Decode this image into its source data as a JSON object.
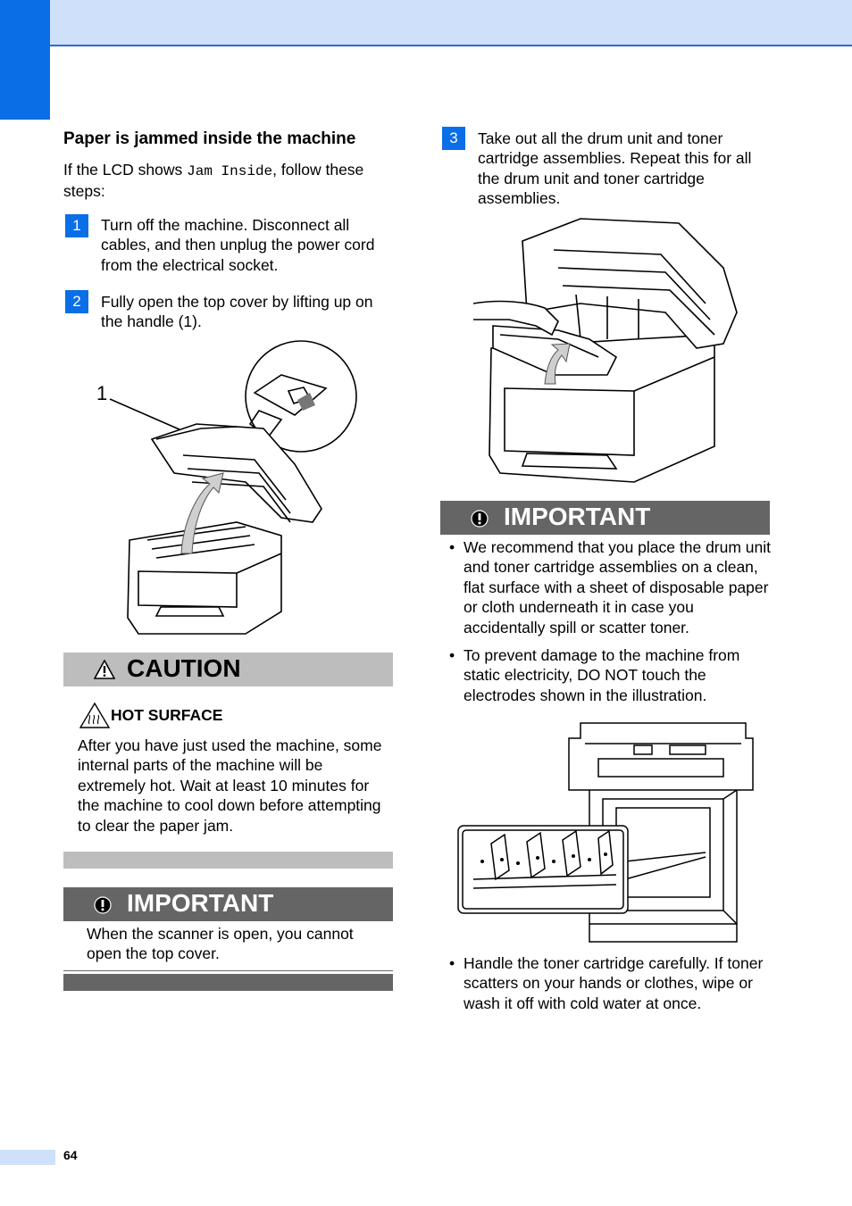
{
  "header": {
    "page_number": "64"
  },
  "left": {
    "section_title": "Paper is jammed inside the machine",
    "intro_before": "If the LCD shows ",
    "intro_code": "Jam Inside",
    "intro_after": ", follow these steps:",
    "step1_num": "1",
    "step1_text": "Turn off the machine. Disconnect all cables, and then unplug the power cord from the electrical socket.",
    "step2_num": "2",
    "step2_text": "Fully open the top cover by lifting up on the handle (1).",
    "callout_label": "1",
    "caution_title": "CAUTION",
    "hot_surface_title": "HOT SURFACE",
    "caution_text": "After you have just used the machine, some internal parts of the machine will be extremely hot. Wait at least 10 minutes for the machine to cool down before attempting to clear the paper jam.",
    "important_title": "IMPORTANT",
    "important_text": "When the scanner is open, you cannot open the top cover."
  },
  "right": {
    "step3_num": "3",
    "step3_text": "Take out all the drum unit and toner cartridge assemblies. Repeat this for all the drum unit and toner cartridge assemblies.",
    "important_title": "IMPORTANT",
    "bullet_char": "•",
    "bullet1": "We recommend that you place the drum unit and toner cartridge assemblies on a clean, flat surface with a sheet of disposable paper or cloth underneath it in case you accidentally spill or scatter toner.",
    "bullet2": "To prevent damage to the machine from static electricity, DO NOT touch the electrodes shown in the illustration.",
    "bullet3": "Handle the toner cartridge carefully. If toner scatters on your hands or clothes, wipe or wash it off with cold water at once."
  }
}
